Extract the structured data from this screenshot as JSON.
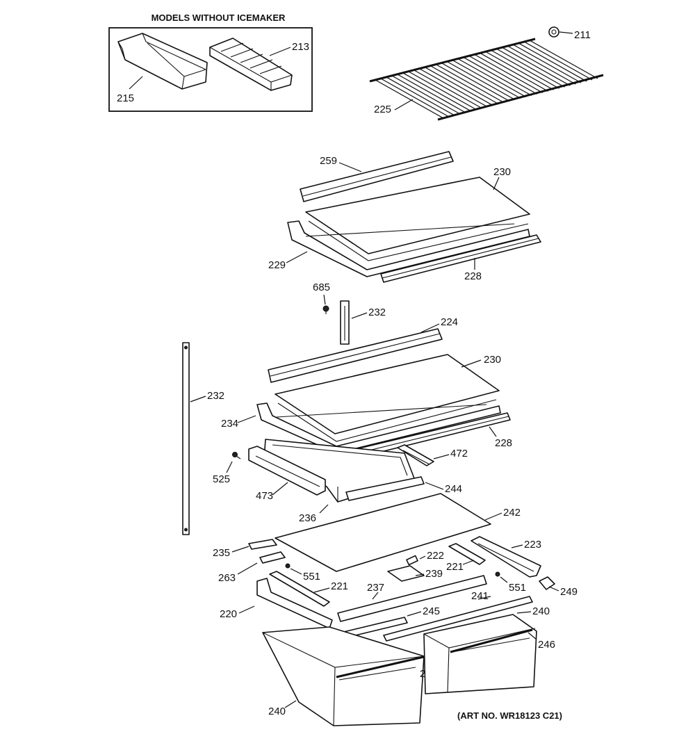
{
  "inset": {
    "title": "MODELS WITHOUT ICEMAKER"
  },
  "art_number": "(ART NO. WR18123 C21)",
  "callouts": {
    "p211": "211",
    "p213": "213",
    "p215": "215",
    "p225": "225",
    "p259": "259",
    "p230a": "230",
    "p229": "229",
    "p228a": "228",
    "p685": "685",
    "p232a": "232",
    "p224": "224",
    "p230b": "230",
    "p232b": "232",
    "p234": "234",
    "p228b": "228",
    "p472": "472",
    "p525": "525",
    "p473": "473",
    "p244": "244",
    "p236": "236",
    "p242": "242",
    "p235": "235",
    "p222": "222",
    "p223": "223",
    "p263": "263",
    "p551a": "551",
    "p239": "239",
    "p221a": "221",
    "p551b": "551",
    "p249": "249",
    "p221b": "221",
    "p237": "237",
    "p241": "241",
    "p220": "220",
    "p245": "245",
    "p240a": "240",
    "p246a": "246",
    "p246b": "246",
    "p240b": "240"
  }
}
